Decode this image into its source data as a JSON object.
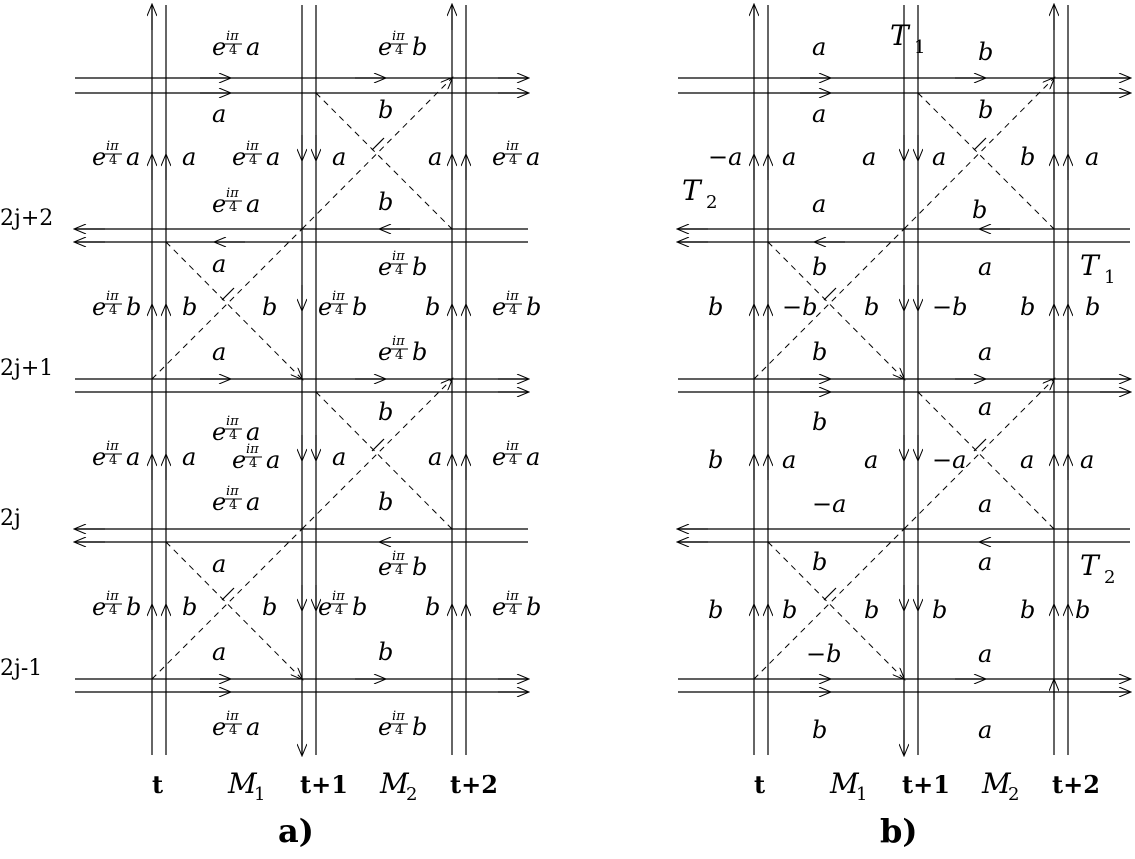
{
  "panel_a": {
    "caption": "a)",
    "row_labels": [
      "2j+2",
      "2j+1",
      "2j",
      "2j-1"
    ],
    "col_labels": [
      "t",
      "M",
      "1",
      "t+1",
      "M",
      "2",
      "t+2"
    ],
    "phase_base": "e",
    "phase_exp": "iπ",
    "phase_den": "4",
    "sym_a": "a",
    "sym_b": "b"
  },
  "panel_b": {
    "caption": "b)",
    "col_labels": [
      "t",
      "M",
      "1",
      "t+1",
      "M",
      "2",
      "t+2"
    ],
    "T": "T",
    "sub1": "1",
    "sub2": "2",
    "labels": [
      "a",
      "b",
      "a",
      "b",
      "−a",
      "a",
      "a",
      "a",
      "b",
      "a",
      "a",
      "b",
      "b",
      "a",
      "b",
      "−b",
      "b",
      "−b",
      "b",
      "b",
      "b",
      "a",
      "b",
      "a",
      "b",
      "a",
      "a",
      "−a",
      "a",
      "a",
      "−a",
      "a",
      "b",
      "a",
      "b",
      "b",
      "b",
      "b",
      "b",
      "b",
      "−b",
      "a",
      "b",
      "a",
      "b"
    ]
  }
}
